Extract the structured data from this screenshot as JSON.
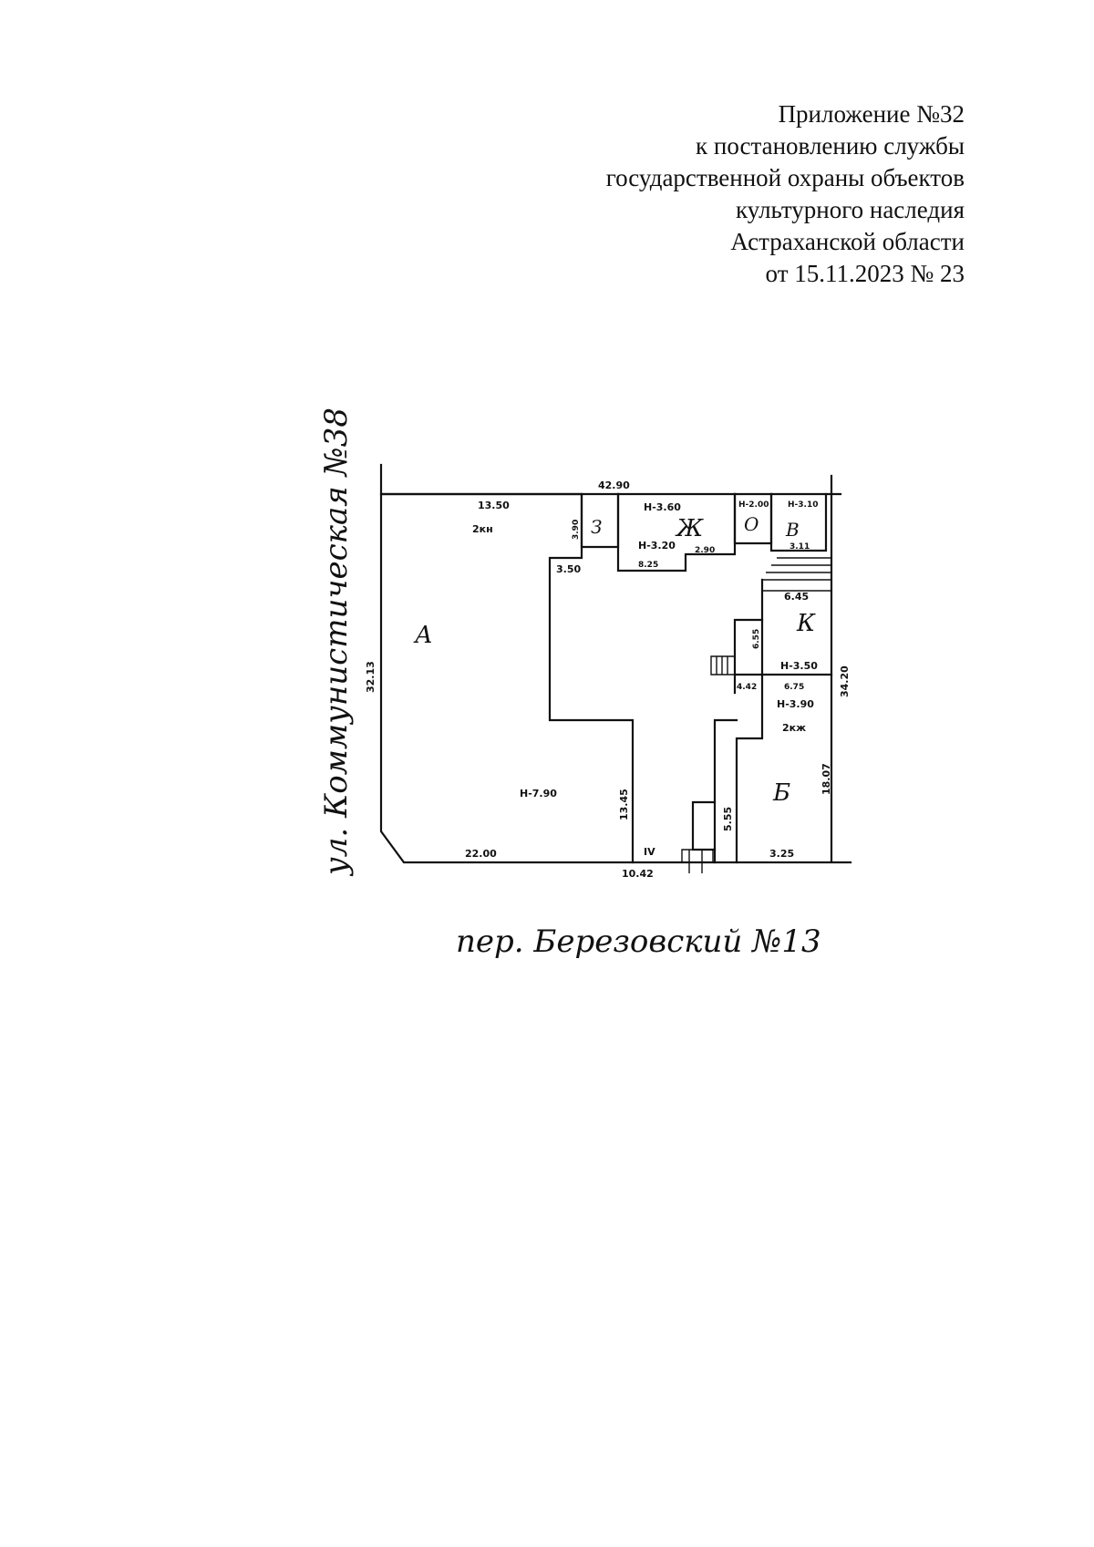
{
  "header": {
    "line1": "Приложение №32",
    "line2": "к постановлению службы",
    "line3": "государственной охраны объектов",
    "line4": "культурного наследия",
    "line5": "Астраханской области",
    "line6": "от 15.11.2023 № 23"
  },
  "plan": {
    "street_left": "ул. Коммунистическая №38",
    "street_bottom": "пер. Березовский №13",
    "blocks": {
      "a": "А",
      "b": "Б",
      "v": "В",
      "zh": "Ж",
      "k": "К",
      "o": "О",
      "z": "З"
    },
    "labels": {
      "top_width": "42.90",
      "left_height": "32.13",
      "right_height": "34.20",
      "bottom_left": "22.00",
      "bottom_mid": "10.42",
      "bottom_right": "3.25",
      "a_width": "13.50",
      "a_floors": "2кн",
      "a_height": "Н-7.90",
      "a_inner_height": "13.45",
      "step_width": "3.50",
      "z_height": "3.90",
      "zh_height_1": "Н-3.60",
      "zh_height_2": "Н-3.20",
      "zh_width": "8.25",
      "zh_depth": "2.90",
      "o_height": "Н-2.00",
      "v_height": "Н-3.10",
      "v_width": "3.11",
      "k_width": "6.45",
      "k_inner": "6.55",
      "k_height": "Н-3.50",
      "k_step": "4.42",
      "b_width": "6.75",
      "b_height": "Н-3.90",
      "b_floors": "2кж",
      "b_depth": "18.07",
      "passage": "5.55",
      "roman_iv": "IV"
    }
  }
}
